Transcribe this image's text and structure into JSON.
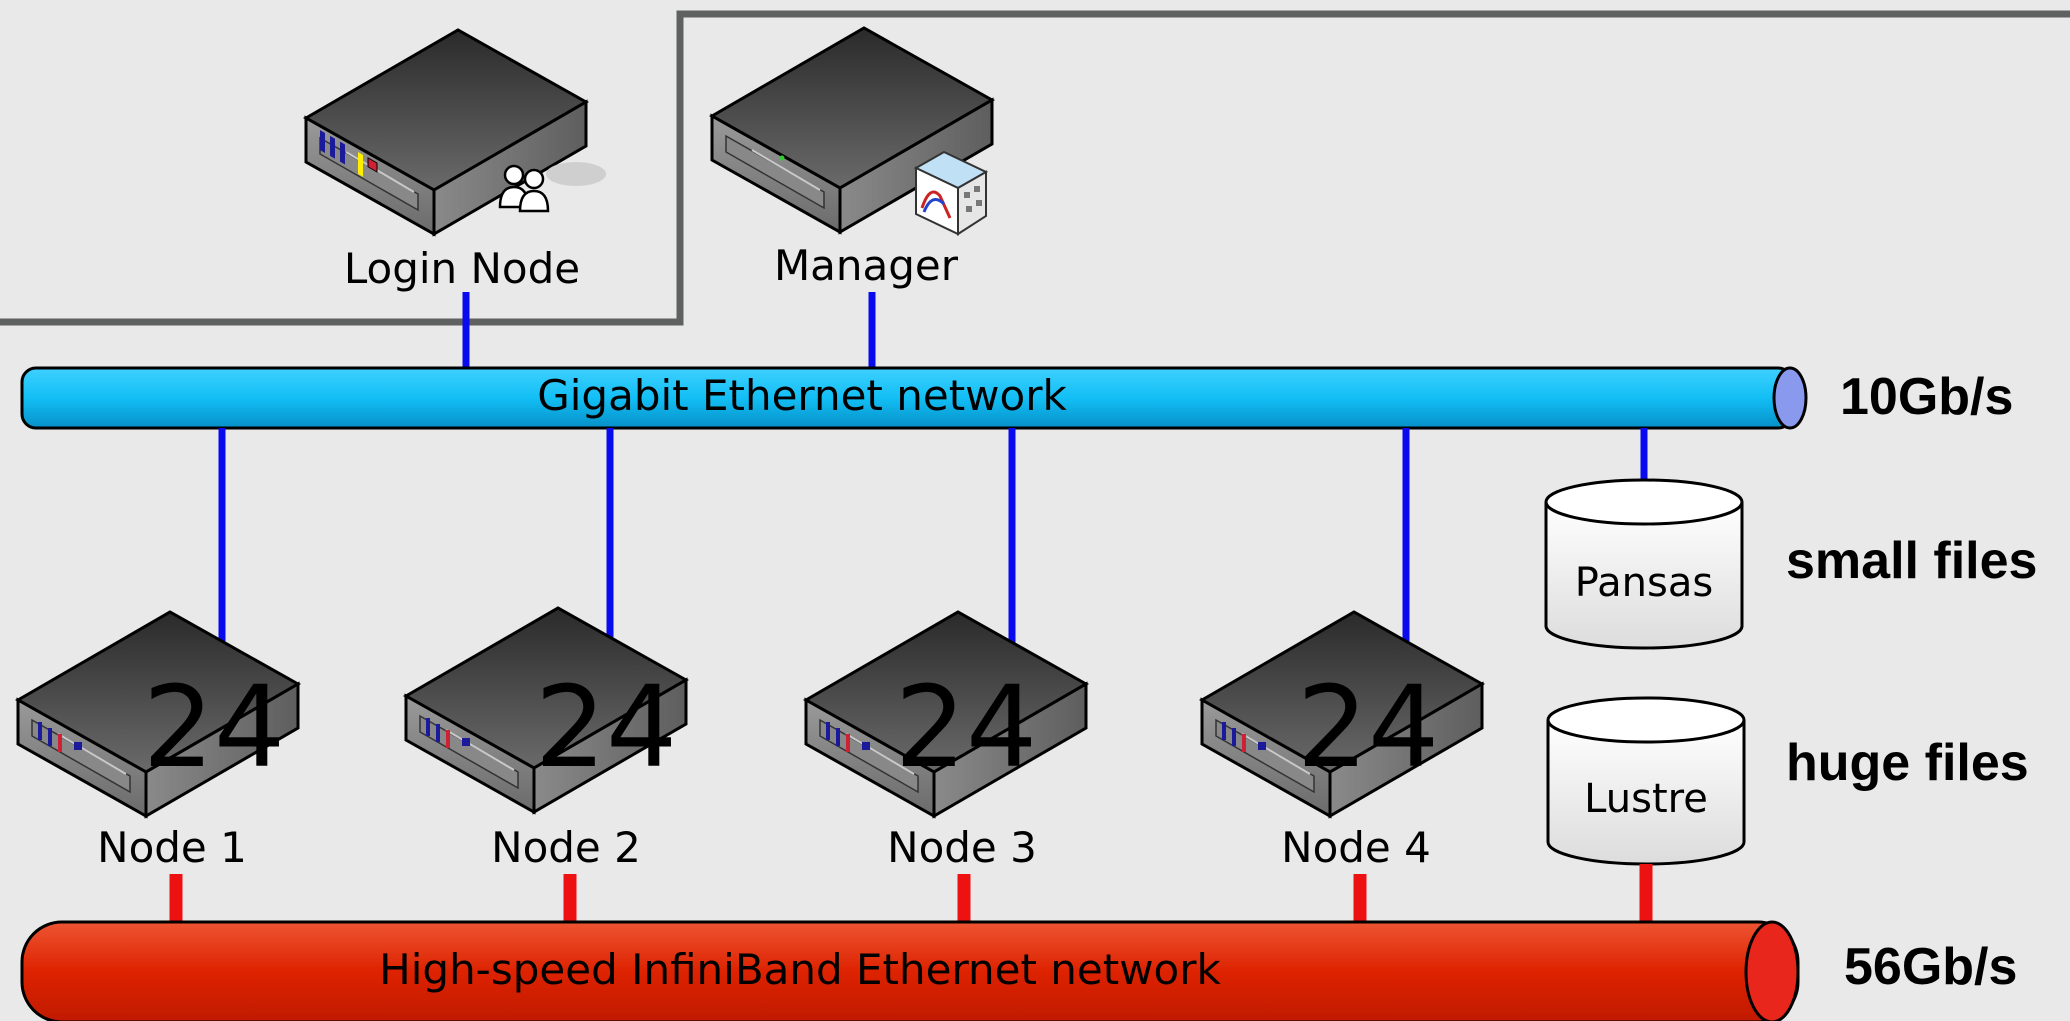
{
  "servers": {
    "login": {
      "label": "Login Node",
      "icon": "users-icon"
    },
    "manager": {
      "label": "Manager",
      "icon": "monitor-chart-icon"
    }
  },
  "networks": {
    "ethernet": {
      "label": "Gigabit Ethernet network",
      "speed": "10Gb/s",
      "color": "#00aaee"
    },
    "infiniband": {
      "label": "High-speed InfiniBand Ethernet network",
      "speed": "56Gb/s",
      "color": "#dd2200"
    }
  },
  "nodes": [
    {
      "label": "Node 1",
      "cores": "24"
    },
    {
      "label": "Node 2",
      "cores": "24"
    },
    {
      "label": "Node 3",
      "cores": "24"
    },
    {
      "label": "Node 4",
      "cores": "24"
    }
  ],
  "storage": [
    {
      "label": "Pansas",
      "desc": "small files"
    },
    {
      "label": "Lustre",
      "desc": "huge files"
    }
  ],
  "colors": {
    "ethernet_link": "#0a0aee",
    "infiniband_link": "#ee1111",
    "border": "#5f6160"
  }
}
